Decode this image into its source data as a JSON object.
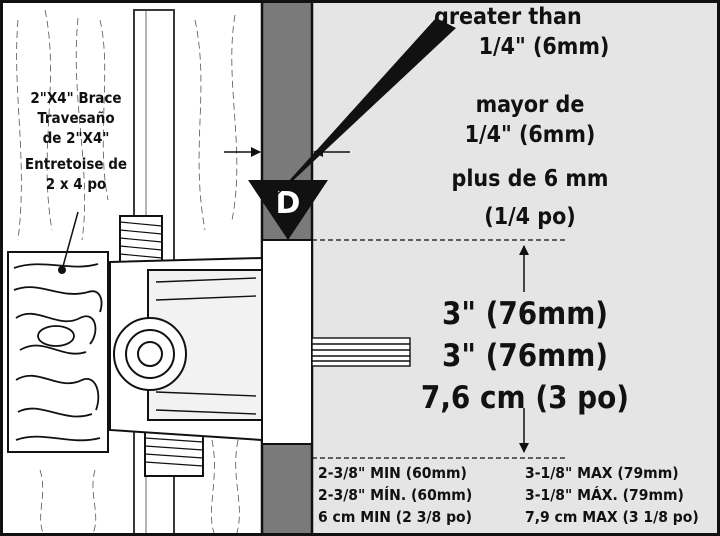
{
  "brace_label": {
    "line1": "2\"X4\" Brace",
    "line2": "Travesaño",
    "line3": "de 2\"X4\"",
    "line4": "Entretoise de",
    "line5": "2 x 4 po"
  },
  "gap_label": {
    "en_1": "greater than",
    "en_2": "1/4\" (6mm)",
    "es_1": "mayor de",
    "es_2": "1/4\" (6mm)",
    "fr_1": "plus de 6 mm",
    "fr_2": "(1/4 po)"
  },
  "depth_label": {
    "en": "3\" (76mm)",
    "es": "3\" (76mm)",
    "fr": "7,6 cm (3 po)"
  },
  "marker": {
    "letter": "D"
  },
  "range_min": {
    "en": "2-3/8\" MIN (60mm)",
    "es": "2-3/8\" MÍN. (60mm)",
    "fr": "6 cm MIN (2 3/8 po)"
  },
  "range_max": {
    "en": "3-1/8\" MAX (79mm)",
    "es": "3-1/8\" MÁX. (79mm)",
    "fr": "7,9 cm MAX (3 1/8 po)"
  },
  "colors": {
    "frame": "#111111",
    "wall_face": "#e5e5e5",
    "wall_board": "#7a7a7a",
    "wood": "#ffffff"
  }
}
